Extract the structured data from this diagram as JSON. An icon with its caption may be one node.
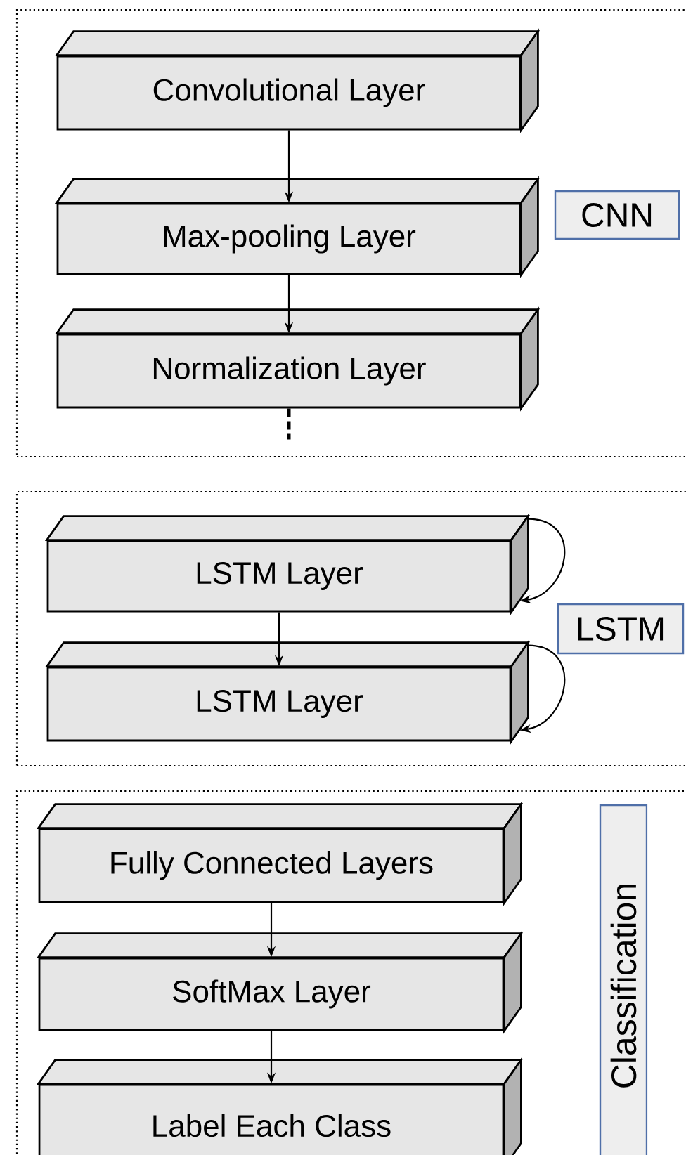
{
  "diagram": {
    "nodes": [
      {
        "text": [],
        "shape": "box"
      },
      {
        "text": [
          "Convolutional Layer"
        ],
        "in": 0
      },
      {
        "text": [
          "Max-pooling Layer"
        ],
        "in": 0
      },
      {
        "text": [
          "Normalization Layer"
        ],
        "in": 0
      },
      {
        "text": [
          "CNN"
        ],
        "in": 0
      },
      {
        "text": [],
        "shape": "box"
      },
      {
        "text": [
          "LSTM Layer"
        ],
        "in": 5
      },
      {
        "text": [
          "LSTM Layer"
        ],
        "in": 5
      },
      {
        "text": [
          "LSTM"
        ],
        "in": 5
      },
      {
        "text": [],
        "shape": "box"
      },
      {
        "text": [
          "Fully Connected Layers"
        ],
        "in": 9
      },
      {
        "text": [
          "SoftMax Layer"
        ],
        "in": 9
      },
      {
        "text": [
          "Label Each Class"
        ],
        "in": 9
      },
      {
        "text": [
          "Classification"
        ],
        "in": 9
      }
    ],
    "edges": [
      {
        "from": 1,
        "to": 2,
        "arrow": "to"
      },
      {
        "from": 2,
        "to": 3,
        "arrow": "to"
      },
      {
        "from": 3,
        "to": null,
        "arrow": "none",
        "style": "dashed"
      },
      {
        "from": 6,
        "to": 6,
        "arrow": "to"
      },
      {
        "from": 6,
        "to": 7,
        "arrow": "to"
      },
      {
        "from": 7,
        "to": 7,
        "arrow": "to"
      },
      {
        "from": 10,
        "to": 11,
        "arrow": "to"
      },
      {
        "from": 11,
        "to": 12,
        "arrow": "to"
      }
    ]
  }
}
